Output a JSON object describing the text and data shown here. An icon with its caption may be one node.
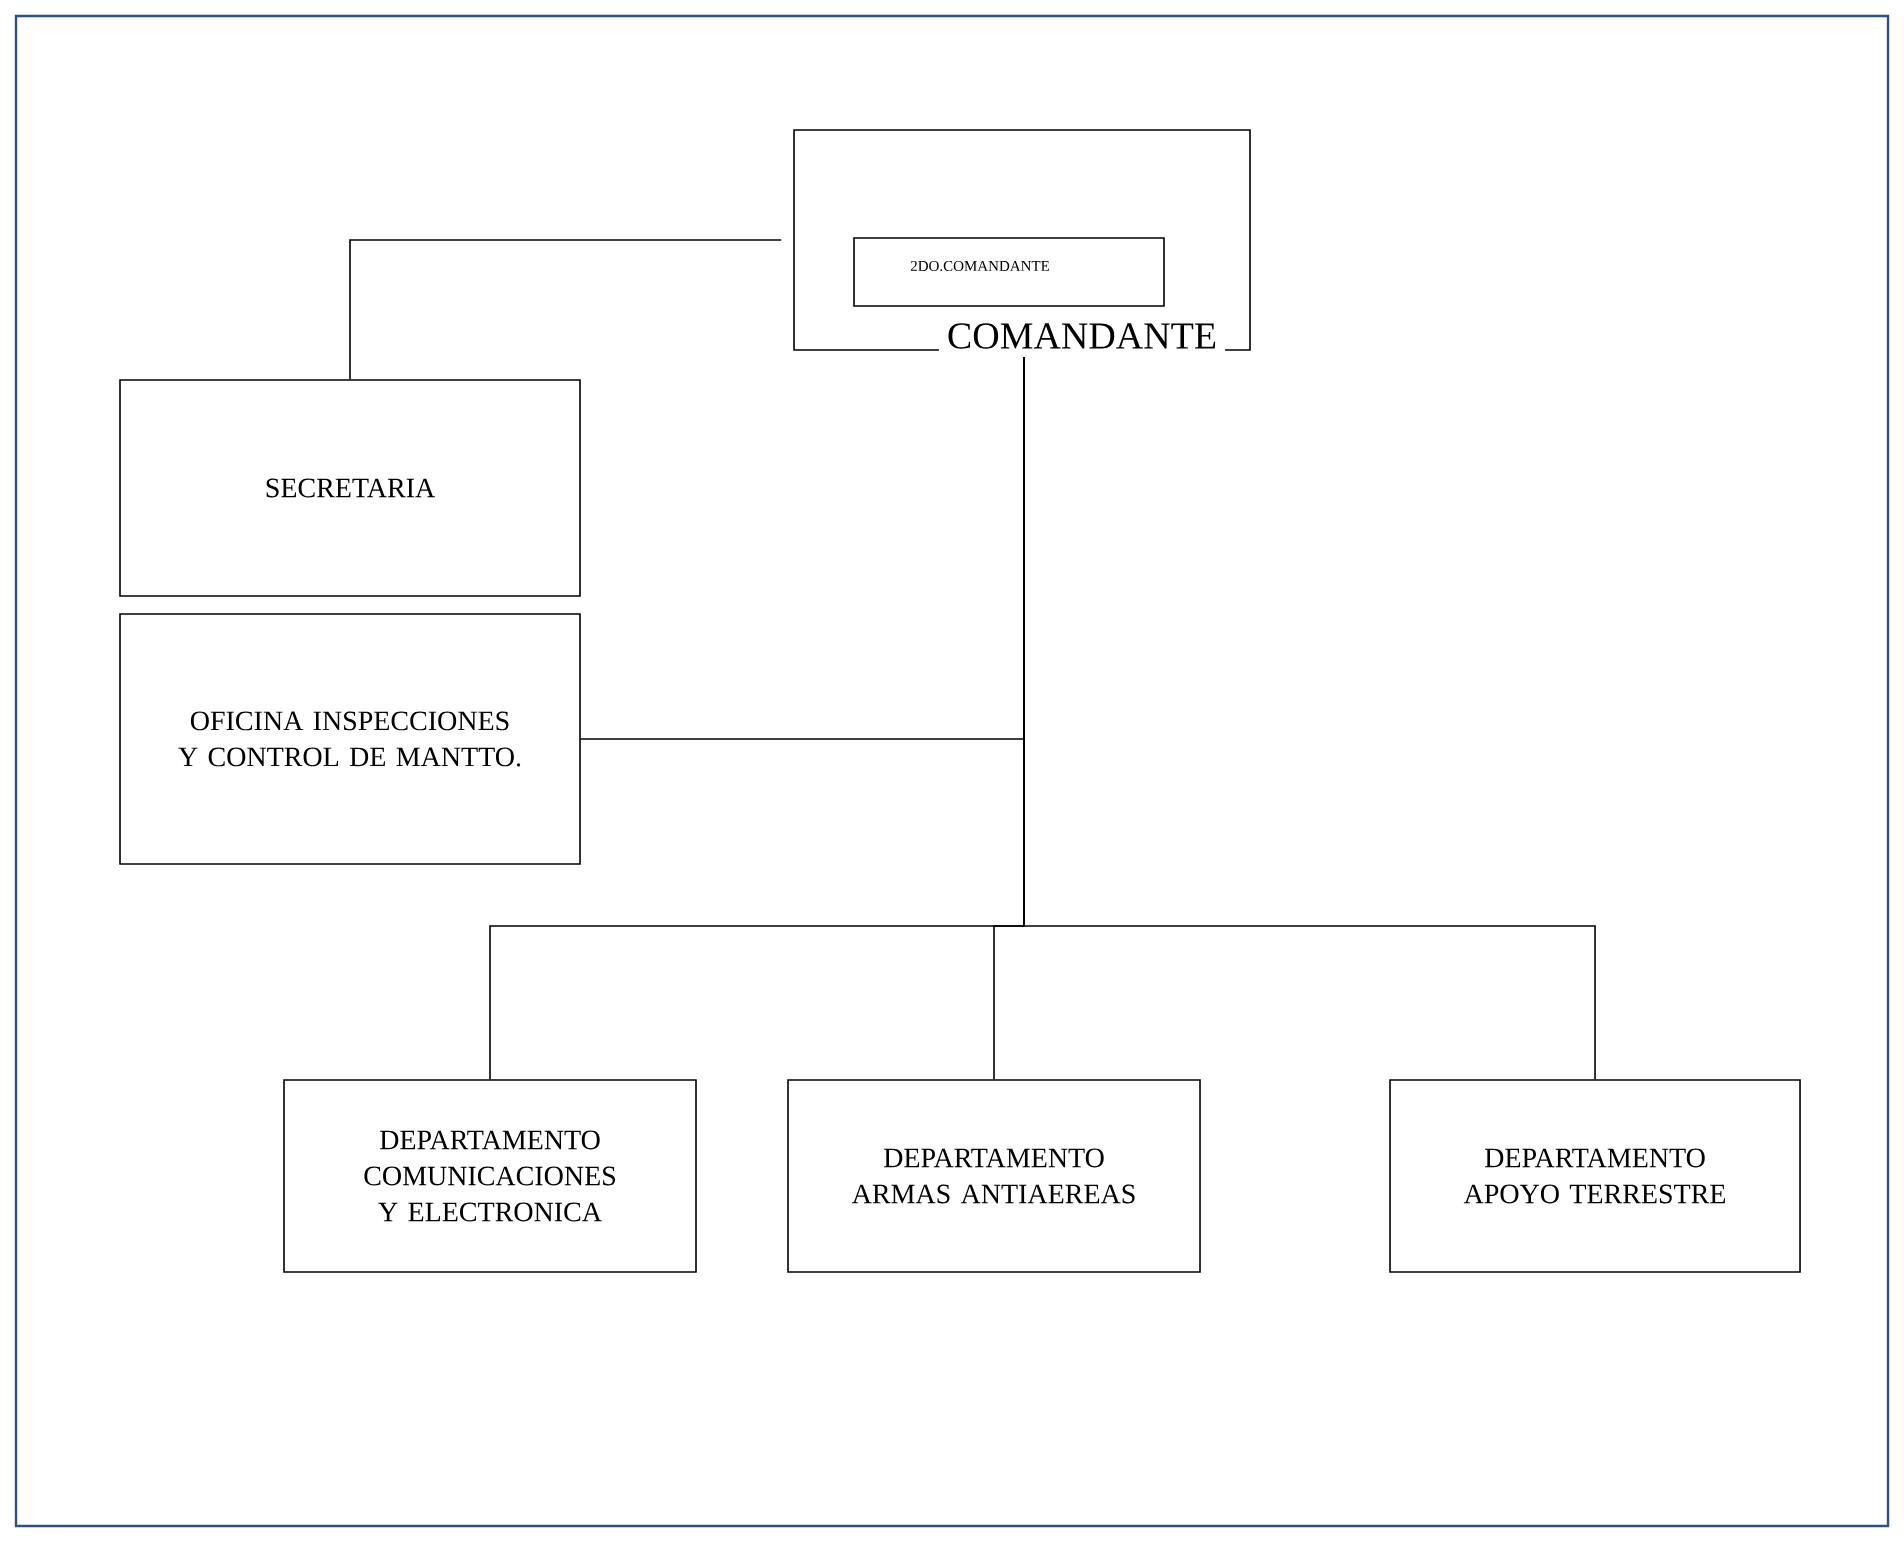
{
  "diagram": {
    "nodes": [
      {
        "text": [
          "COMANDANTE"
        ]
      },
      {
        "text": [
          "2DO.COMANDANTE"
        ],
        "in": 0
      },
      {
        "text": [
          "SECRETARIA"
        ]
      },
      {
        "text": [
          "OFICINA INSPECCIONES Y CONTROL DE MANTTO."
        ]
      },
      {
        "text": [
          "DEPARTAMENTO COMUNICACIONES Y ELECTRONICA"
        ]
      },
      {
        "text": [
          "DEPARTAMENTO ARMAS ANTIAEREAS"
        ]
      },
      {
        "text": [
          "DEPARTAMENTO APOYO TERRESTRE"
        ]
      }
    ],
    "edges": [
      {
        "from": 0,
        "to": 2,
        "arrow": "none"
      },
      {
        "from": 0,
        "to": 3,
        "arrow": "none"
      },
      {
        "from": 0,
        "to": 4,
        "arrow": "none"
      },
      {
        "from": 0,
        "to": 5,
        "arrow": "none"
      },
      {
        "from": 0,
        "to": 6,
        "arrow": "none"
      }
    ]
  }
}
